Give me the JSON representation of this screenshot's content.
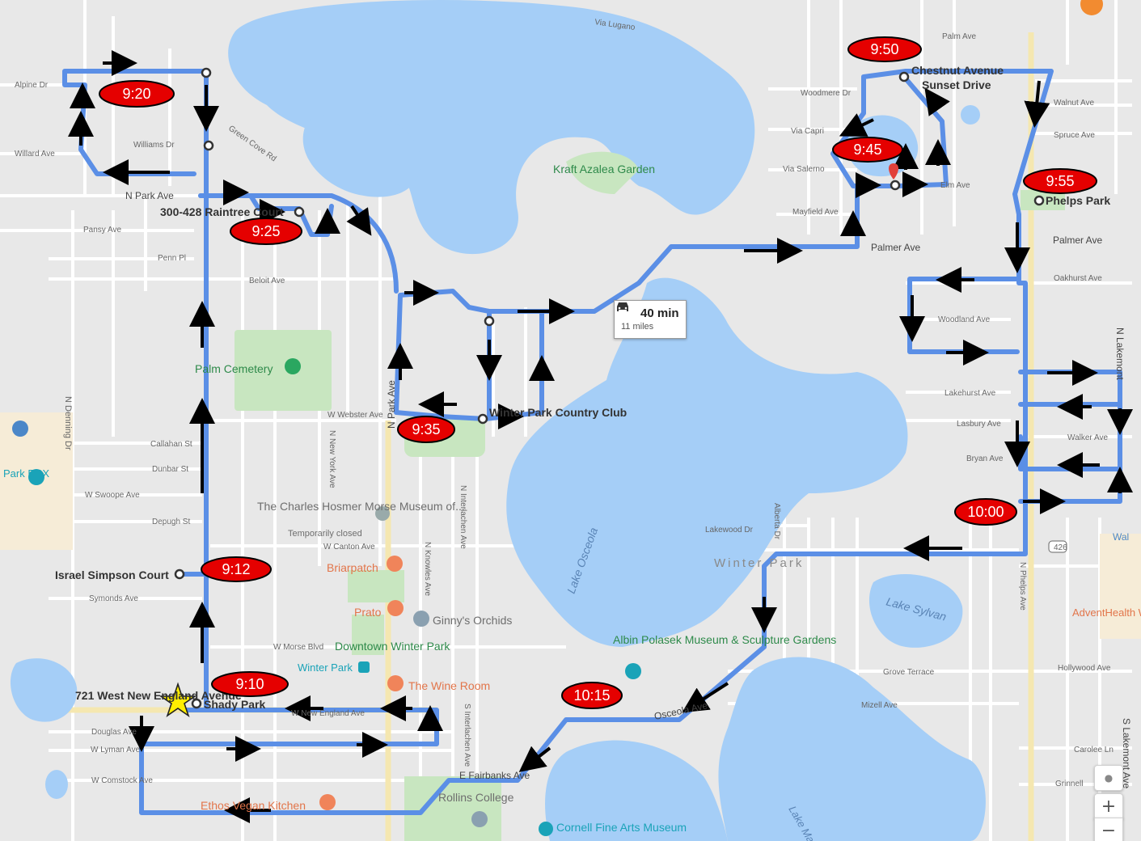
{
  "colors": {
    "land": "#e8e8e8",
    "water": "#a5cef7",
    "park": "#c8e6c0",
    "route": "#5b8fe6",
    "badge": "#e50000",
    "poi_orange": "#f0845a",
    "poi_teal": "#1aa3b8"
  },
  "route_summary": {
    "time": "40 min",
    "distance": "11 miles",
    "icon": "car-icon"
  },
  "time_labels": [
    "9:20",
    "9:25",
    "9:35",
    "9:50",
    "9:45",
    "9:55",
    "10:00",
    "9:12",
    "9:10",
    "10:15"
  ],
  "stops": {
    "home": "721 West New England Avenue",
    "shady_park": "Shady Park",
    "raintree": "300-428 Raintree Court",
    "country_club": "Winter Park Country Club",
    "chestnut": "Chestnut Avenue",
    "sunset": "Sunset Drive",
    "phelps": "Phelps Park",
    "israel": "Israel Simpson Court"
  },
  "places": {
    "kraft": "Kraft Azalea Garden",
    "palm_cemetery": "Palm Cemetery",
    "morse": "The Charles Hosmer Morse Museum of...",
    "morse_status": "Temporarily closed",
    "briarpatch": "Briarpatch",
    "prato": "Prato",
    "ginnys": "Ginny's Orchids",
    "downtown": "Downtown Winter Park",
    "winter_park_station": "Winter Park",
    "wine_room": "The Wine Room",
    "albin": "Albin Polasek Museum & Sculpture Gardens",
    "rollins": "Rollins College",
    "cornell": "Cornell Fine Arts Museum",
    "ethos": "Ethos Vegan Kitchen",
    "lake_osceola": "Lake Osceola",
    "lake_sylvan": "Lake Sylvan",
    "winter_park_city": "Winter Park",
    "adventhealth": "AdventHealth Winter Park",
    "park_rpx": "Park RPX",
    "lake_mai": "Lake Mai"
  },
  "streets": {
    "alpine": "Alpine Dr",
    "willard": "Willard Ave",
    "n_park_ave_w": "N Park Ave",
    "pansy": "Pansy Ave",
    "penn": "Penn Pl",
    "beloit": "Beloit Ave",
    "callahan": "Callahan St",
    "dunbar": "Dunbar St",
    "swoope": "W Swoope Ave",
    "depugh": "Depugh St",
    "symonds": "Symonds Ave",
    "douglas": "Douglas Ave",
    "lyman": "W Lyman Ave",
    "comstock": "W Comstock Ave",
    "webster": "W Webster Ave",
    "canton": "W Canton Ave",
    "morse_blvd": "W Morse Blvd",
    "woodmere": "Woodmere Dr",
    "via_capri": "Via Capri",
    "via_salerno": "Via Salerno",
    "mayfield": "Mayfield Ave",
    "palmer_w": "Palmer Ave",
    "palmer_e": "Palmer Ave",
    "palm_ave": "Palm Ave",
    "walnut": "Walnut Ave",
    "spruce": "Spruce Ave",
    "elm": "Elm Ave",
    "oakhurst": "Oakhurst Ave",
    "woodland": "Woodland Ave",
    "lakehurst": "Lakehurst Ave",
    "lasbury": "Lasbury Ave",
    "walker": "Walker Ave",
    "bryan": "Bryan Ave",
    "lakewood": "Lakewood Dr",
    "grove_terrace": "Grove Terrace",
    "mizell": "Mizell Ave",
    "hollywood": "Hollywood Ave",
    "carolee": "Carolee Ln",
    "grinnell": "Grinnell",
    "via_lugano": "Via Lugano",
    "green_cove": "Green Cove Rd",
    "fairbanks": "E Fairbanks Ave",
    "osceola": "Osceola Ave",
    "n_denning": "N Denning Dr",
    "n_park_ave": "N Park Ave",
    "n_new_york": "N New York Ave",
    "n_interlachen": "N Interlachen Ave",
    "lakemont": "N Lakemont",
    "s_lakemont": "S Lakemont Ave",
    "hwy_426": "426",
    "n_phelps": "N Phelps Ave",
    "williams": "Williams Dr",
    "n_knowles": "N Knowles Ave",
    "alberta": "Alberta Dr",
    "s_interlachen": "S Interlachen Ave",
    "park_ave_e": "W New England Ave",
    "wal": "Wal"
  },
  "controls": {
    "zoom_in": "+",
    "zoom_out": "−",
    "pegman": "●"
  }
}
